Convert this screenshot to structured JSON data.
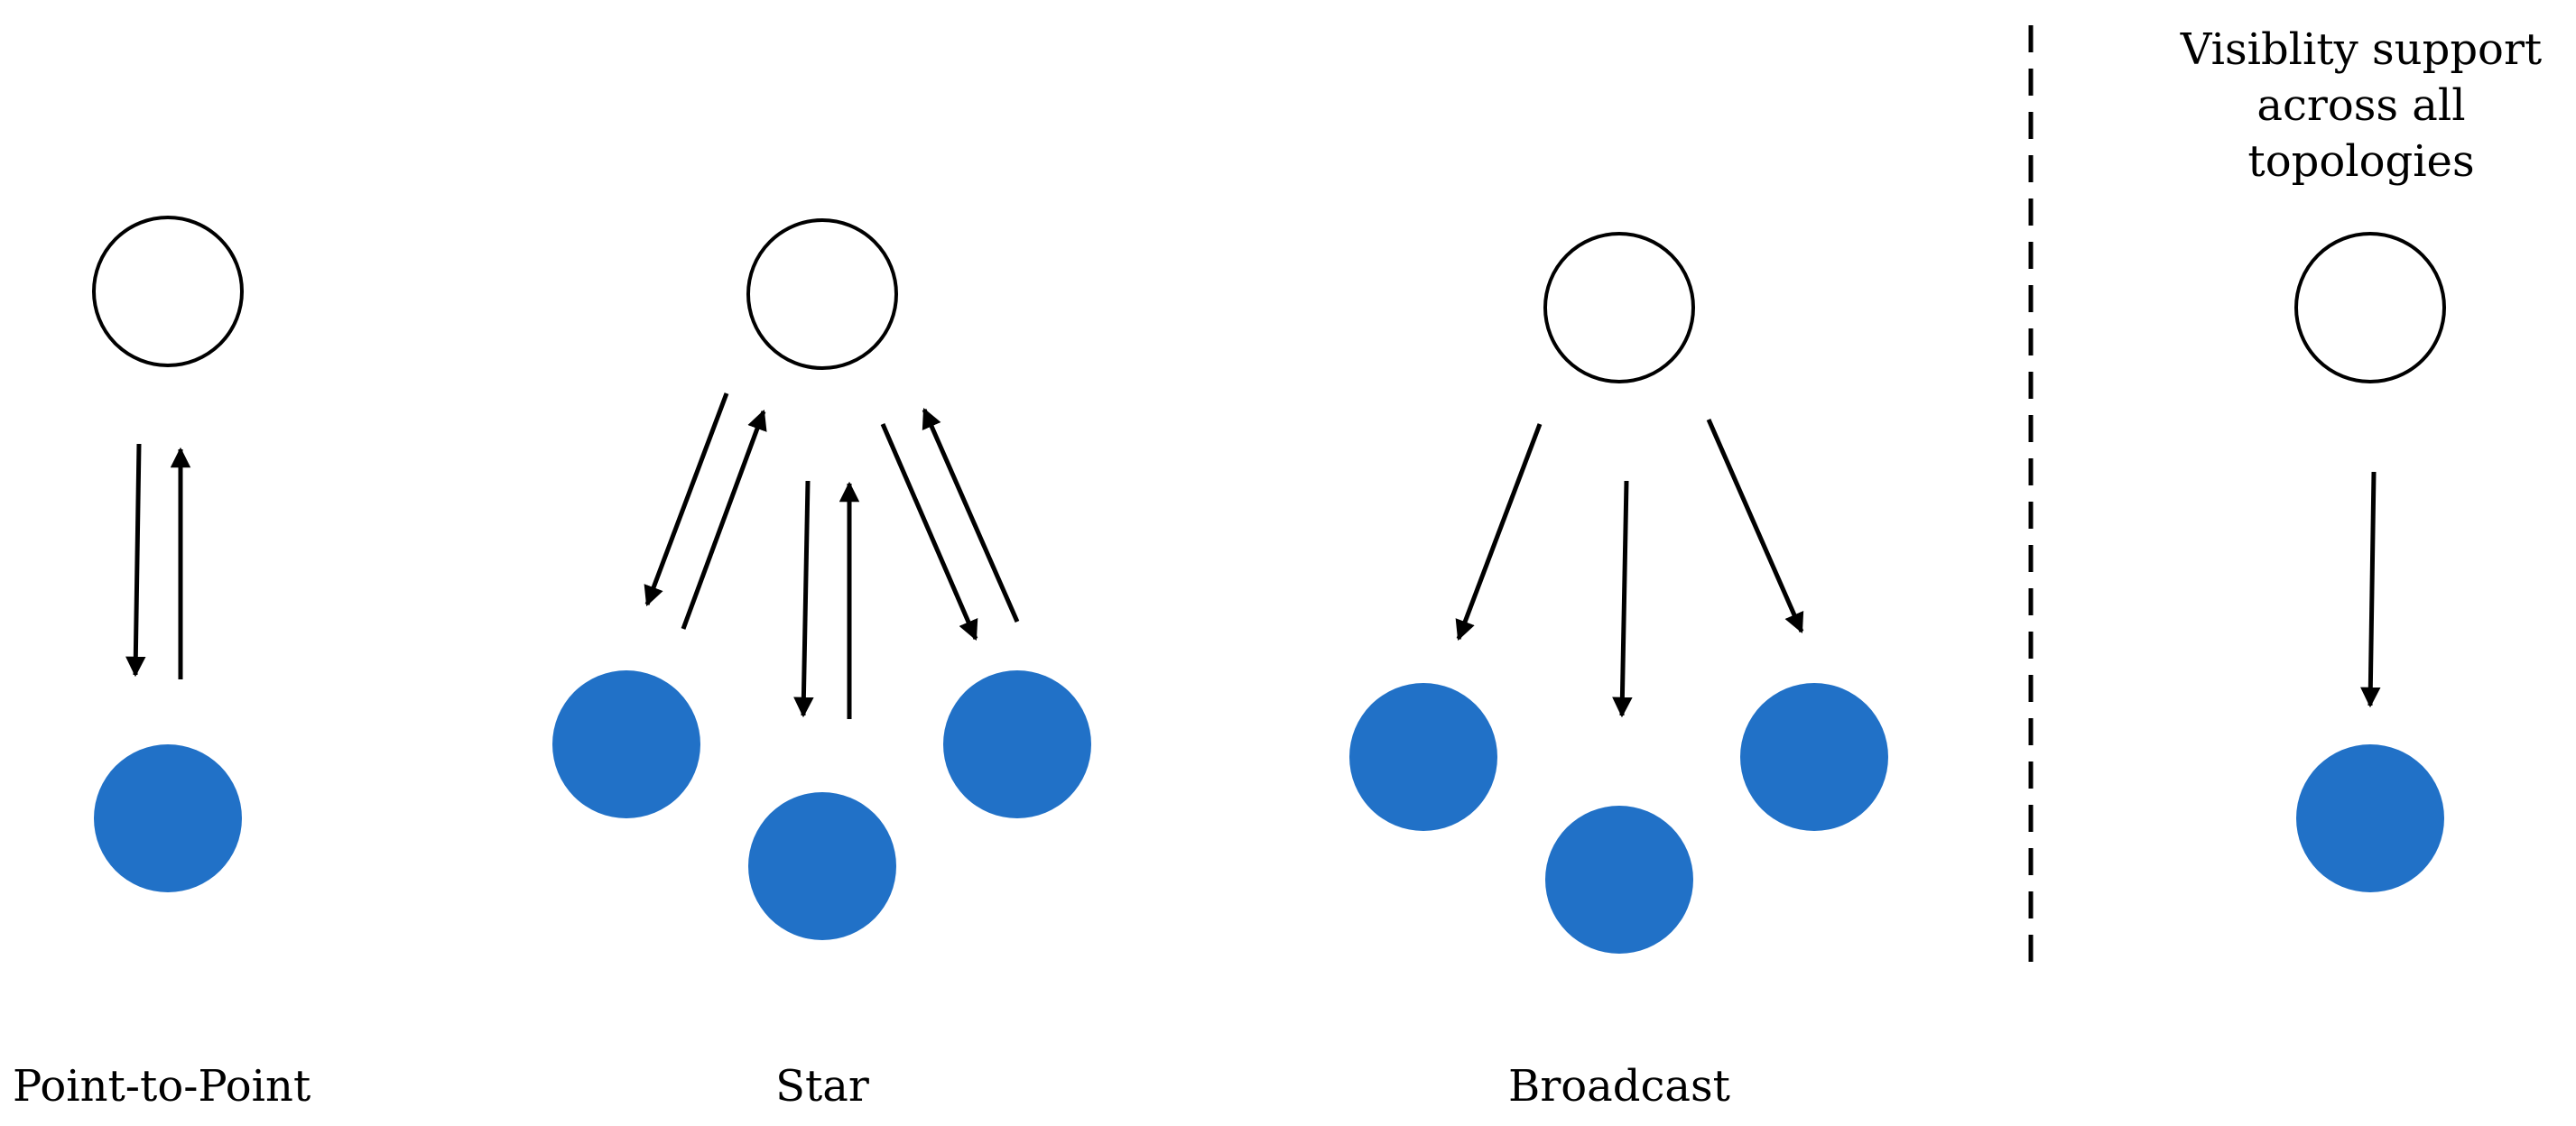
{
  "colors": {
    "node_fill": "#2171c7",
    "node_outline": "#000000",
    "arrow": "#000000",
    "background": "#ffffff"
  },
  "topologies": [
    {
      "label": "Point-to-Point",
      "type": "point-to-point"
    },
    {
      "label": "Star",
      "type": "star"
    },
    {
      "label": "Broadcast",
      "type": "broadcast"
    }
  ],
  "note": {
    "lines": [
      "Visiblity support",
      "across all",
      "topologies"
    ]
  }
}
